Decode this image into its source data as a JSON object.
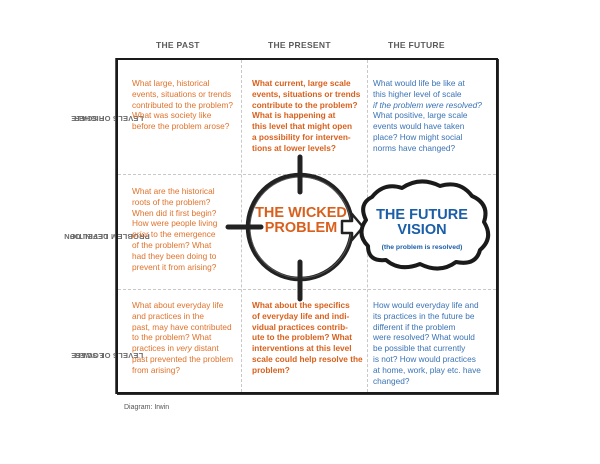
{
  "columns": [
    "THE PAST",
    "THE PRESENT",
    "THE FUTURE"
  ],
  "rows": {
    "top": [
      "HIGHER",
      "LEVELS OF SCALE"
    ],
    "middle": [
      "LEVEL OF",
      "PROBLEM DEFINITION"
    ],
    "bottom": [
      "LOWER",
      "LEVELS OF SCALE"
    ]
  },
  "cells": {
    "top_past": [
      "What large, historical",
      "events, situations or trends",
      "contributed to the problem?",
      "What was society like",
      "before the problem arose?"
    ],
    "top_present": [
      "What current, large scale",
      "events, situations or trends",
      "contribute to the problem?",
      "What is happening at",
      "this level that might open",
      "a possibility for interven-",
      "tions at lower levels?"
    ],
    "top_future": {
      "l1": "What would life be like at",
      "l2": "this higher level of scale",
      "l3": "if the problem were resolved?",
      "l4": "What positive, large scale",
      "l5": "events would have taken",
      "l6": "place? How might social",
      "l7": "norms have changed?"
    },
    "mid_past": {
      "l1": "What are the historical",
      "l2": "roots of the problem?",
      "l3": "When did it first begin?",
      "l4": "How were people living",
      "l5a": "prior",
      "l5b": " to the emergence",
      "l6": "of the problem? What",
      "l7": "had they been doing to",
      "l8": "prevent it from arising?"
    },
    "bottom_past": {
      "l1": "What about everyday life",
      "l2": "and practices in the",
      "l3": "past, may have contributed",
      "l4": "to the problem? What",
      "l5a": "practices in ",
      "l5b": "very",
      "l5c": " distant",
      "l6": "past prevented the problem",
      "l7": "from arising?"
    },
    "bottom_present": [
      "What about the specifics",
      "of everyday life and indi-",
      "vidual practices contrib-",
      "ute to the problem? What",
      "interventions at this level",
      "scale could help resolve the",
      "problem?"
    ],
    "bottom_future": [
      "How would everyday life and",
      "its practices in the future be",
      "different if the problem",
      "were resolved? What would",
      "be possible that currently",
      "is not? How would practices",
      "at home, work, play etc. have",
      "changed?"
    ]
  },
  "center": {
    "wicked": [
      "THE WICKED",
      "PROBLEM"
    ],
    "vision": [
      "THE FUTURE",
      "VISION"
    ],
    "vision_sub": "(the problem is resolved)"
  },
  "credit": "Diagram: Irwin",
  "colors": {
    "orange": "#e0722b",
    "blue": "#1a5ea8",
    "border": "#1a1a1a"
  }
}
